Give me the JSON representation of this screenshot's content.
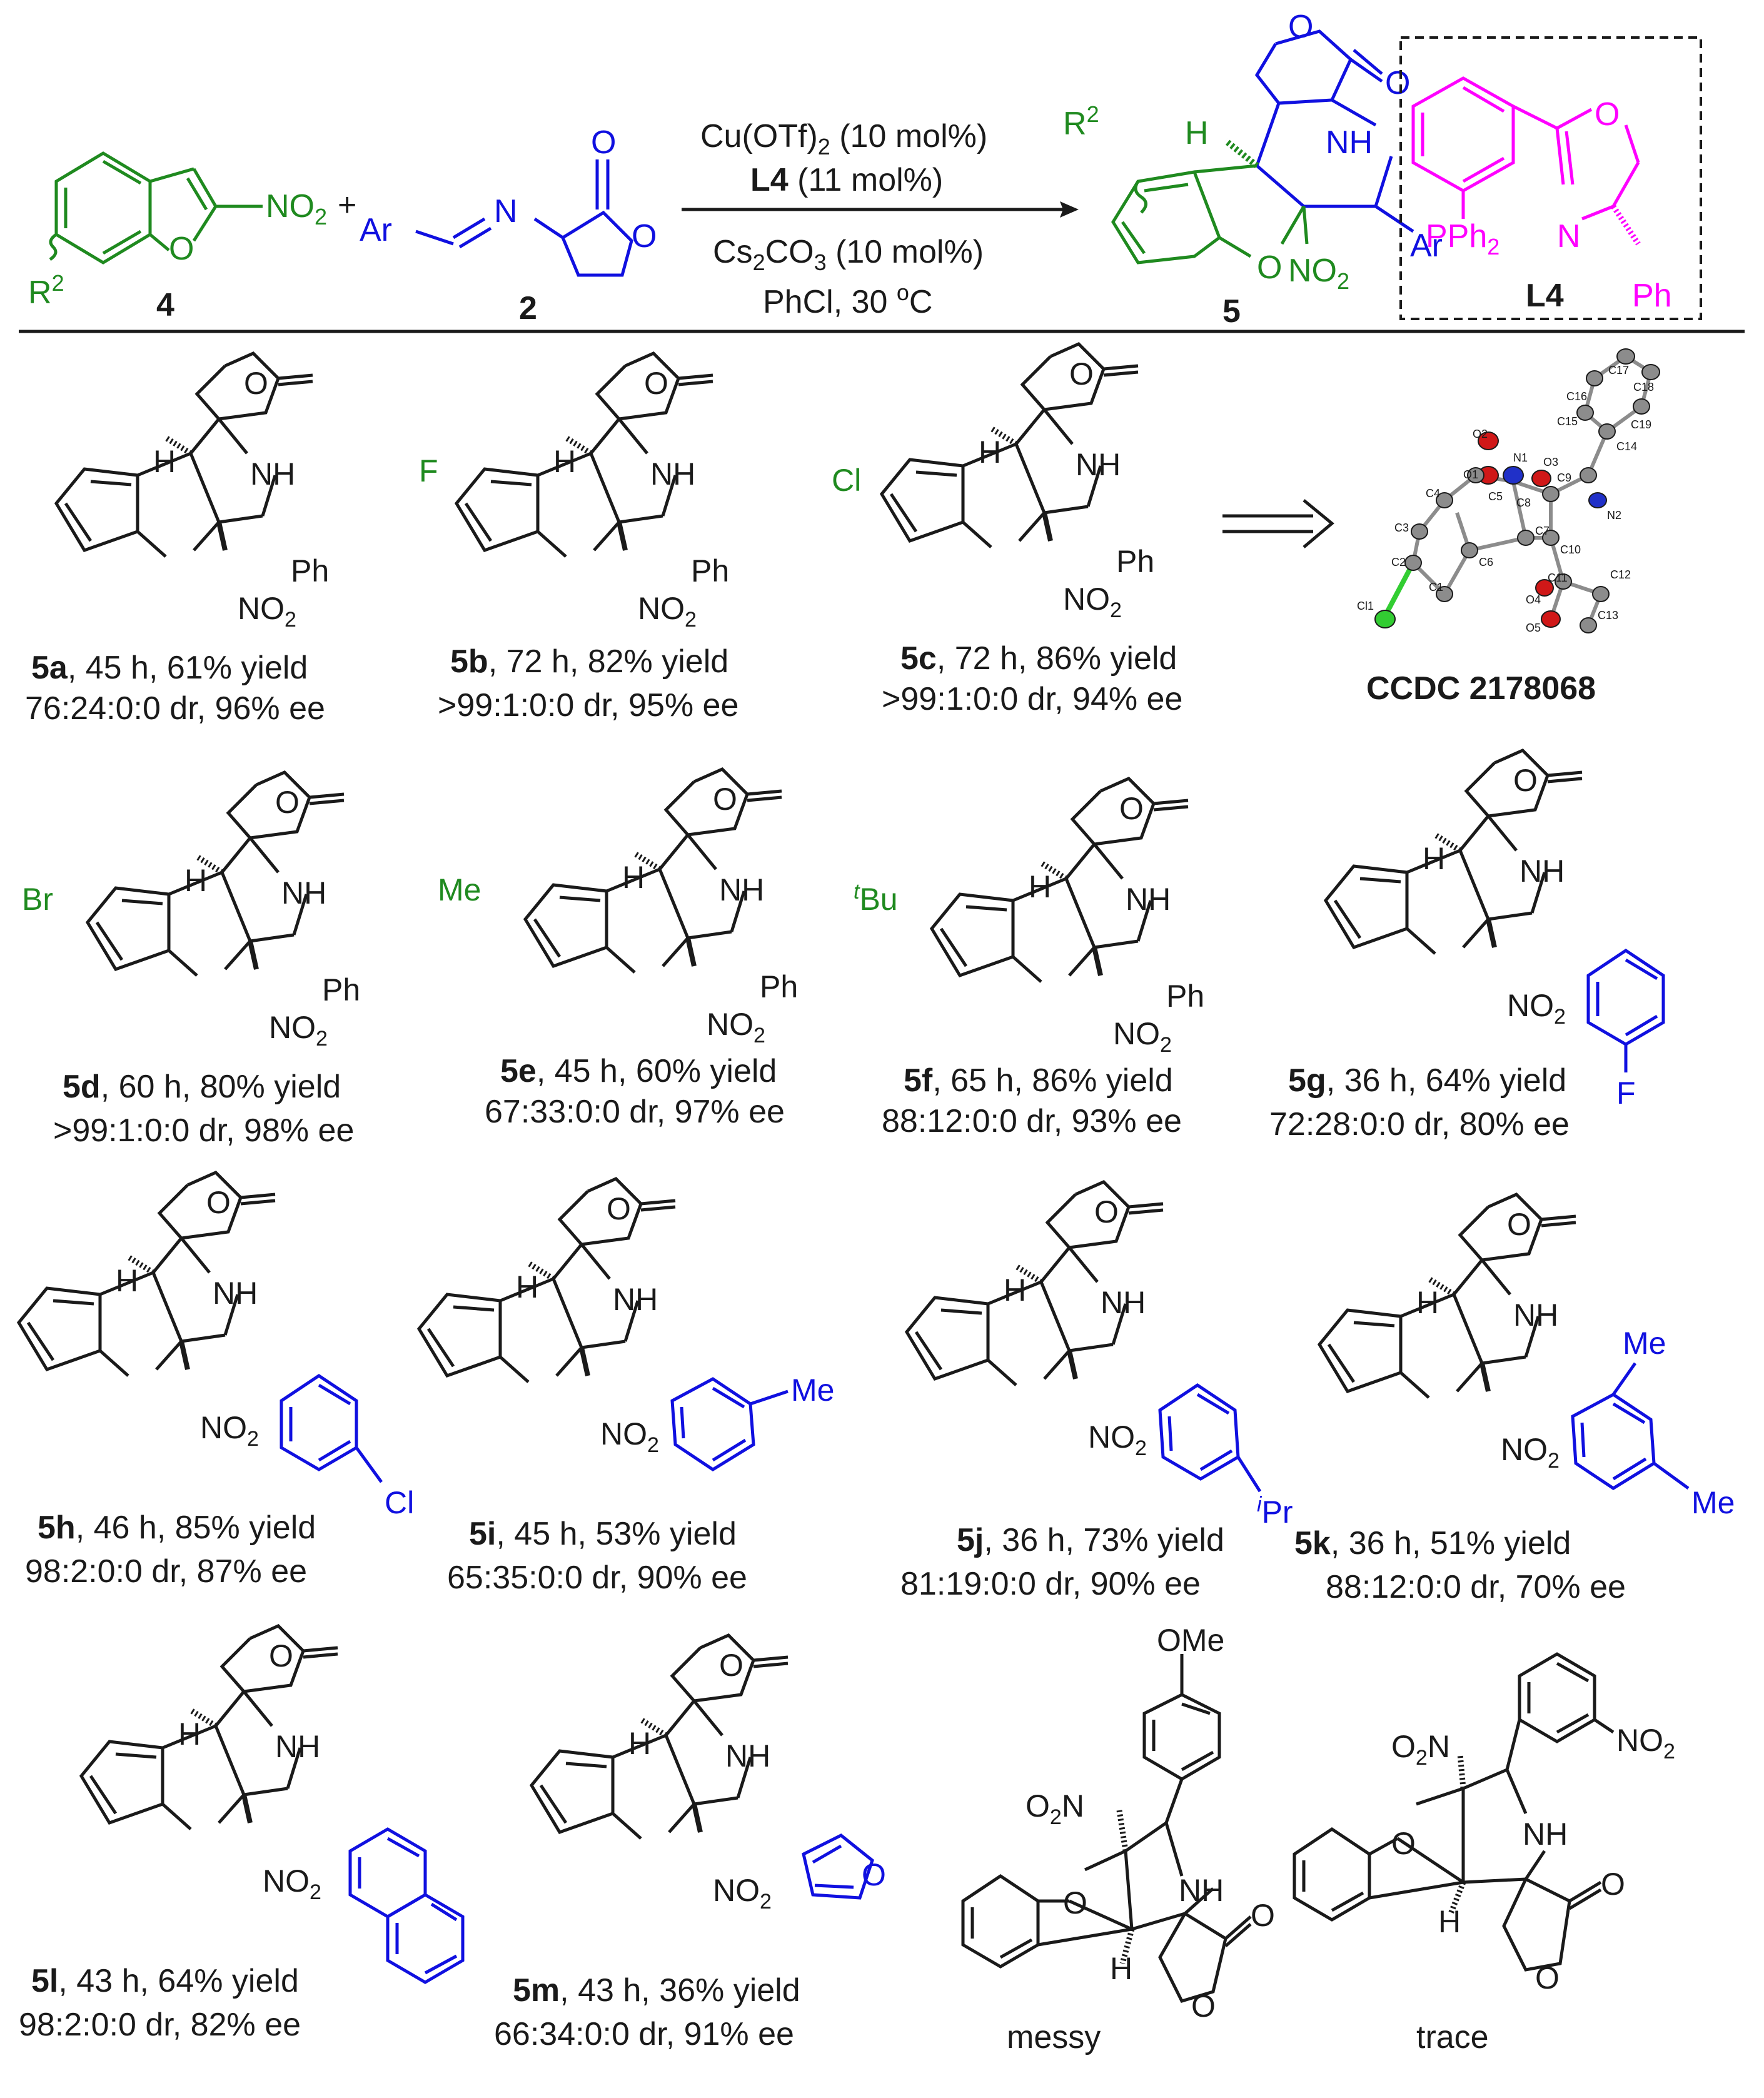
{
  "colors": {
    "black": "#1a1a1a",
    "green": "#1f8a1f",
    "blue": "#1010e0",
    "magenta": "#ff00ff",
    "gray": "#8c8c8c",
    "red": "#d01818",
    "bondblue": "#2030c8",
    "chlorine": "#32cd32"
  },
  "reaction": {
    "reactant4": {
      "sub_r": "R",
      "sub_sup": "2",
      "no2": "NO",
      "no2_sub": "2",
      "ring_o": "O",
      "number": "4"
    },
    "plus": "+",
    "reactant2": {
      "ar": "Ar",
      "n": "N",
      "o_ring": "O",
      "o_carbonyl": "O",
      "number": "2"
    },
    "conditions": {
      "line1_main": "Cu(OTf)",
      "line1_sub": "2",
      "line1_tail": " (10 mol%)",
      "line2_bold": "L4",
      "line2_tail": " (11 mol%)",
      "line3_main": "Cs",
      "line3_sub1": "2",
      "line3_mid": "CO",
      "line3_sub2": "3",
      "line3_tail": " (10 mol%)",
      "line4_main": "PhCl, 30 ",
      "line4_sup": "o",
      "line4_tail": "C"
    },
    "product5": {
      "sub_r": "R",
      "sub_sup": "2",
      "h": "H",
      "nh": "NH",
      "ar": "Ar",
      "o": "O",
      "no2": "NO",
      "no2_sub": "2",
      "number": "5"
    },
    "ligand": {
      "pph2": "PPh",
      "pph2_sub": "2",
      "n": "N",
      "o": "O",
      "ph": "Ph",
      "label": "L4"
    }
  },
  "compounds": [
    {
      "id": "5a",
      "time": "45 h",
      "yield": "61% yield",
      "dr": "76:24:0:0 dr",
      "ee": "96% ee"
    },
    {
      "id": "5b",
      "time": "72 h",
      "yield": "82% yield",
      "dr": ">99:1:0:0 dr",
      "ee": "95% ee"
    },
    {
      "id": "5c",
      "time": "72 h",
      "yield": "86% yield",
      "dr": ">99:1:0:0 dr",
      "ee": "94% ee"
    },
    {
      "id": "5d",
      "time": "60 h",
      "yield": "80% yield",
      "dr": ">99:1:0:0 dr",
      "ee": "98% ee"
    },
    {
      "id": "5e",
      "time": "45 h",
      "yield": "60% yield",
      "dr": "67:33:0:0 dr",
      "ee": "97% ee"
    },
    {
      "id": "5f",
      "time": "65 h",
      "yield": "86% yield",
      "dr": "88:12:0:0 dr",
      "ee": "93% ee"
    },
    {
      "id": "5g",
      "time": "36 h",
      "yield": "64% yield",
      "dr": "72:28:0:0 dr",
      "ee": "80% ee"
    },
    {
      "id": "5h",
      "time": "46 h",
      "yield": "85% yield",
      "dr": "98:2:0:0 dr",
      "ee": "87% ee"
    },
    {
      "id": "5i",
      "time": "45 h",
      "yield": "53% yield",
      "dr": "65:35:0:0 dr",
      "ee": "90% ee"
    },
    {
      "id": "5j",
      "time": "36 h",
      "yield": "73% yield",
      "dr": "81:19:0:0 dr",
      "ee": "90% ee"
    },
    {
      "id": "5k",
      "time": "36 h",
      "yield": "51% yield",
      "dr": "88:12:0:0 dr",
      "ee": "70% ee"
    },
    {
      "id": "5l",
      "time": "43 h",
      "yield": "64% yield",
      "dr": "98:2:0:0 dr",
      "ee": "82% ee"
    },
    {
      "id": "5m",
      "time": "43 h",
      "yield": "36% yield",
      "dr": "66:34:0:0 dr",
      "ee": "91% ee"
    }
  ],
  "scaffold_labels": {
    "o": "O",
    "h": "H",
    "nh": "NH",
    "no2": "NO",
    "no2_sub": "2",
    "ph": "Ph"
  },
  "substituents": {
    "5b": "F",
    "5c": "Cl",
    "5d": "Br",
    "5e": "Me",
    "5f_sup": "t",
    "5f": "Bu",
    "5g": "F",
    "5h": "Cl",
    "5i": "Me",
    "5j_sup": "i",
    "5j": "Pr",
    "5k_a": "Me",
    "5k_b": "Me"
  },
  "failed": [
    {
      "note": "messy",
      "group": "OMe",
      "no2": "O",
      "no2_sub": "2",
      "no2_n": "N",
      "nh": "NH",
      "h": "H",
      "o": "O"
    },
    {
      "note": "trace",
      "group": "NO",
      "group_sub": "2",
      "no2": "O",
      "no2_sub": "2",
      "no2_n": "N",
      "nh": "NH",
      "h": "H",
      "o": "O"
    }
  ],
  "xray": {
    "ccdc": "CCDC 2178068",
    "atoms": [
      "C17",
      "C18",
      "C16",
      "C15",
      "C19",
      "C14",
      "O2",
      "N1",
      "O3",
      "O1",
      "C9",
      "C5",
      "C8",
      "N2",
      "C4",
      "C3",
      "C7",
      "C10",
      "C6",
      "C12",
      "C11",
      "C2",
      "C1",
      "O4",
      "Cl1",
      "O5",
      "C13"
    ]
  }
}
